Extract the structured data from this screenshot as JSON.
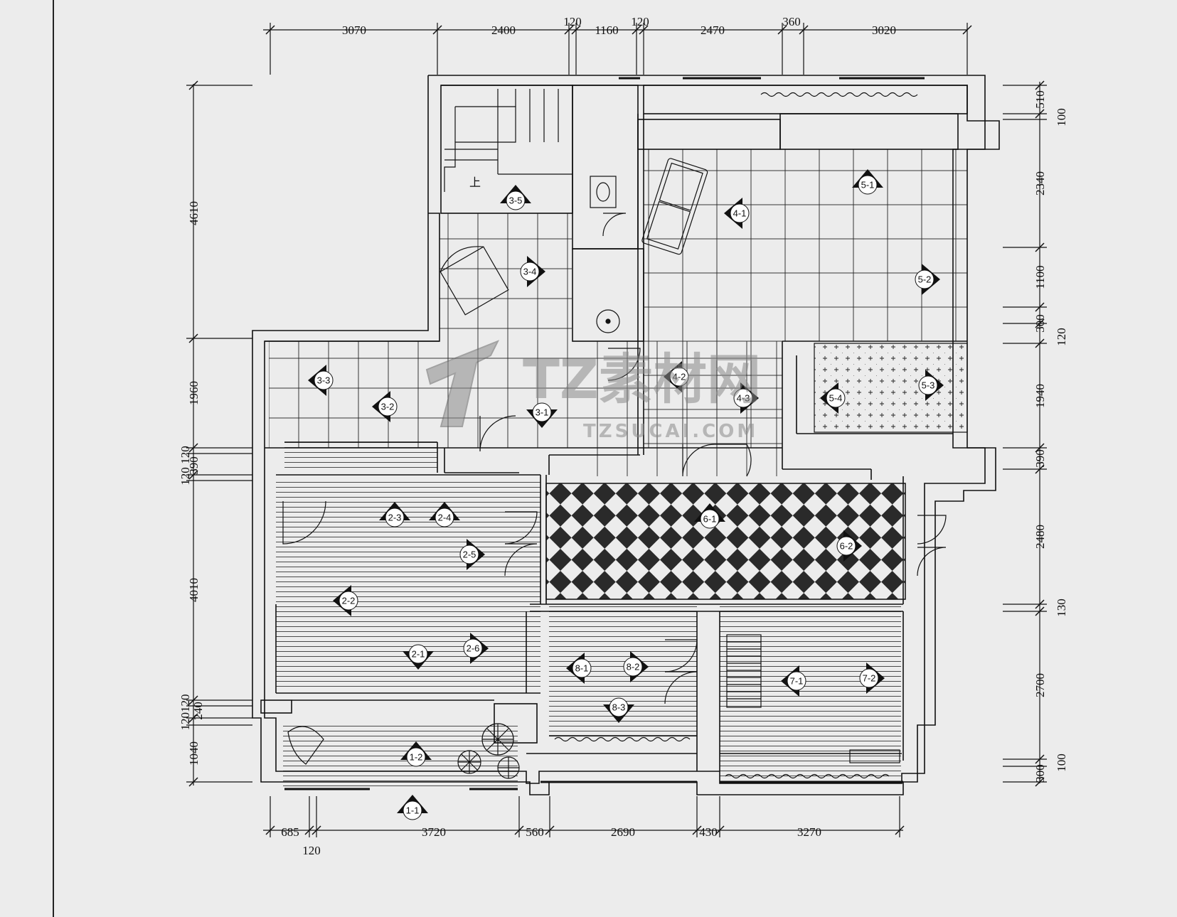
{
  "dimensions": {
    "top": [
      "3070",
      "2400",
      "120",
      "1160",
      "120",
      "2470",
      "360",
      "3020"
    ],
    "bottom": [
      "685",
      "3720",
      "560",
      "2690",
      "430",
      "3270",
      "120"
    ],
    "left": [
      "4610",
      "1960",
      "120",
      "390",
      "120",
      "4010",
      "120120",
      "240",
      "1040"
    ],
    "right": [
      "510",
      "100",
      "2340",
      "1100",
      "300",
      "120",
      "1940",
      "390",
      "2480",
      "130",
      "2700",
      "100",
      "300"
    ]
  },
  "view_markers": [
    "1-1",
    "1-2",
    "2-1",
    "2-2",
    "2-3",
    "2-4",
    "2-5",
    "2-6",
    "3-1",
    "3-2",
    "3-3",
    "3-4",
    "3-5",
    "4-1",
    "4-2",
    "4-3",
    "5-1",
    "5-2",
    "5-3",
    "5-4",
    "6-1",
    "6-2",
    "7-1",
    "7-2",
    "8-1",
    "8-2",
    "8-3"
  ],
  "stair_text": "上",
  "watermark": {
    "brand": "TZ素材网",
    "url": "TZSUCAI.COM"
  },
  "colors": {
    "ink": "#111111",
    "paper": "#ececec",
    "tile_dark": "#2a2a2a",
    "watermark": "#8a8a8a"
  }
}
